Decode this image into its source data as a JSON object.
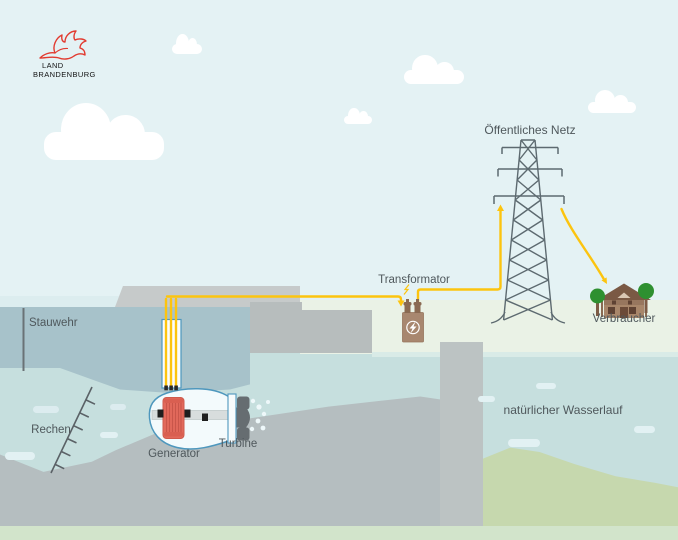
{
  "logo": {
    "line1": "LAND",
    "line2": "BRANDENBURG"
  },
  "labels": {
    "grid": "Öffentliches Netz",
    "transformer": "Transformator",
    "consumer": "Verbraucher",
    "weir": "Stauwehr",
    "rack": "Rechen",
    "generator": "Generator",
    "turbine": "Turbine",
    "watercourse": "natürlicher Wasserlauf"
  },
  "colors": {
    "sky": "#e4f2f4",
    "reservoir_water": "#a7c2ca",
    "tail_water": "#c6dfde",
    "ground": "#eaf2e6",
    "concrete_light": "#c6caca",
    "concrete_dark": "#b7bdbd",
    "bank_green": "#c6d8ae",
    "cable_yellow": "#fcc40f",
    "machine_outline_blue": "#4e97bd",
    "generator_red": "#e2695b",
    "transformer_brown": "#a8876f",
    "house_brown": "#7a5944",
    "tree_green": "#2e9030",
    "logo_red": "#e23b30",
    "label_gray": "#4f585c"
  }
}
